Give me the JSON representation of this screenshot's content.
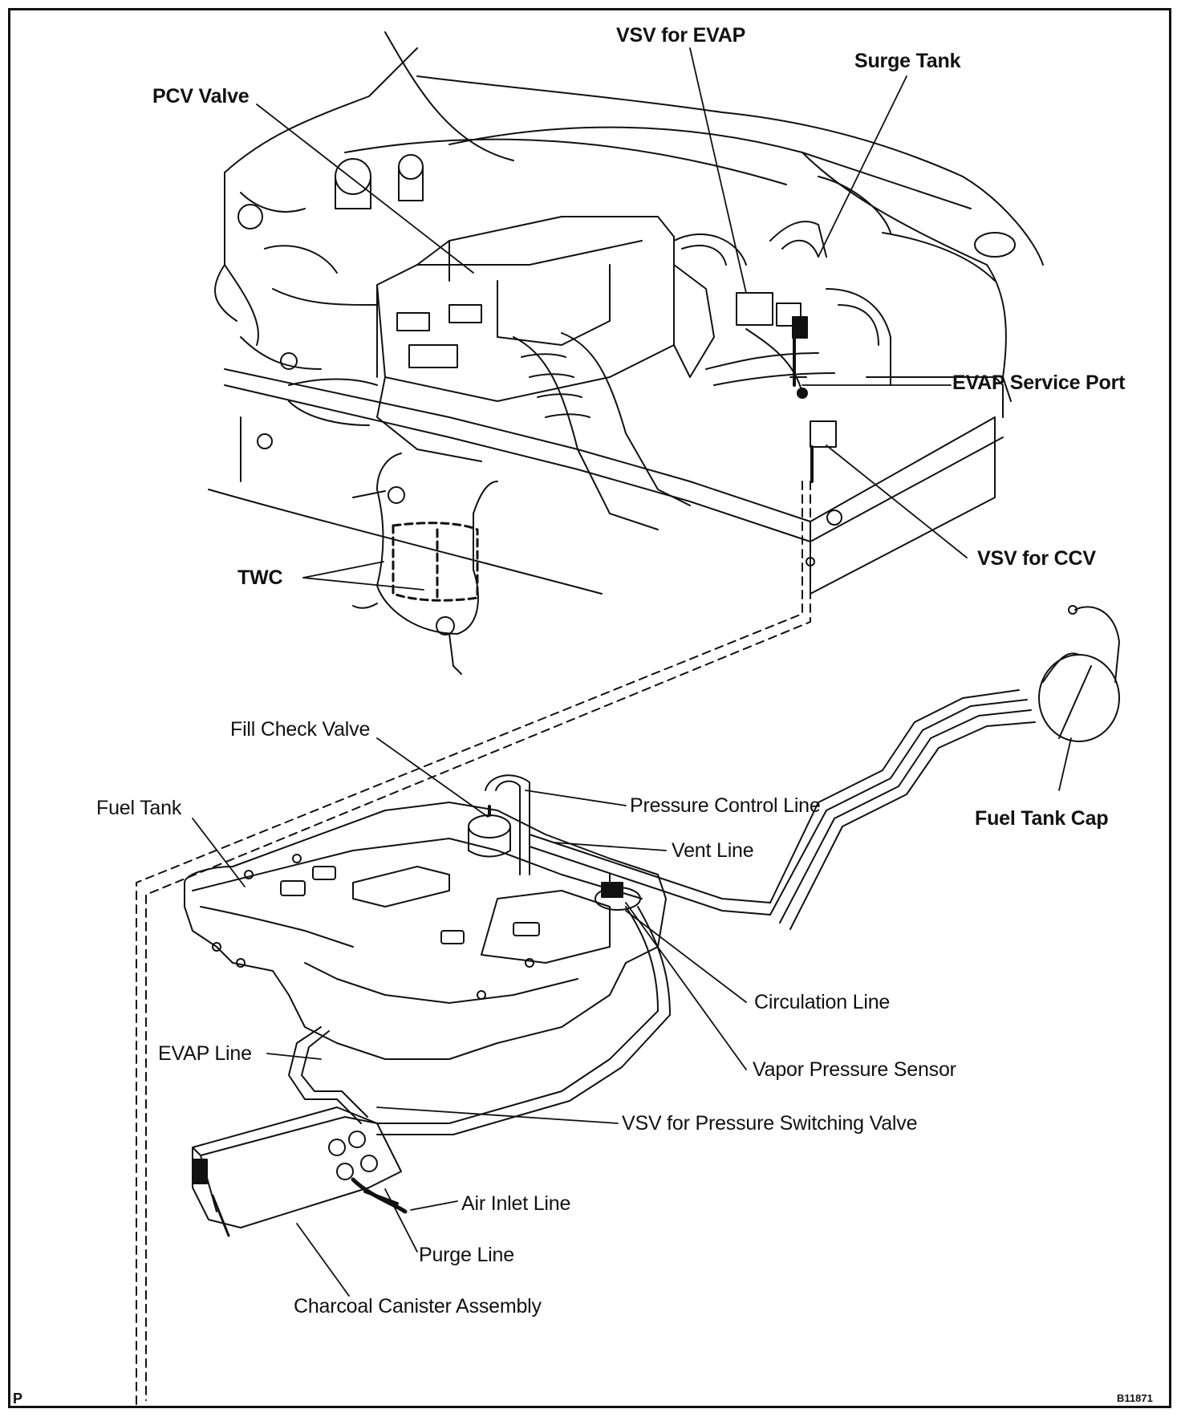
{
  "labels": {
    "pcv_valve": "PCV Valve",
    "vsv_evap": "VSV for EVAP",
    "surge_tank": "Surge Tank",
    "evap_service_port": "EVAP Service Port",
    "vsv_ccv": "VSV for CCV",
    "twc": "TWC",
    "fill_check_valve": "Fill Check Valve",
    "pressure_control_line": "Pressure Control Line",
    "fuel_tank": "Fuel Tank",
    "vent_line": "Vent Line",
    "fuel_tank_cap": "Fuel Tank Cap",
    "circulation_line": "Circulation Line",
    "evap_line": "EVAP Line",
    "vapor_pressure_sensor": "Vapor Pressure Sensor",
    "vsv_pressure_switching_valve": "VSV for Pressure Switching Valve",
    "air_inlet_line": "Air Inlet Line",
    "purge_line": "Purge Line",
    "charcoal_canister_assembly": "Charcoal Canister Assembly"
  },
  "corner": {
    "left_code": "P",
    "figure_code": "B11871"
  }
}
